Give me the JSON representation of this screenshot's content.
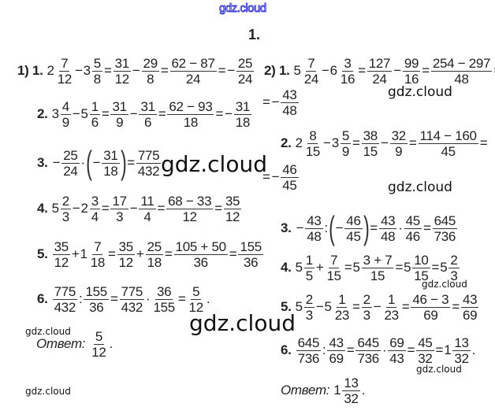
{
  "watermark": "gdz.cloud",
  "heading": "1.",
  "left": [
    [
      {
        "b": "1) 1."
      },
      {
        "w": "2",
        "n": "7",
        "d": "12"
      },
      {
        "o": "−"
      },
      {
        "w": "3",
        "n": "5",
        "d": "8"
      },
      {
        "o": "="
      },
      {
        "n": "31",
        "d": "12"
      },
      {
        "o": "−"
      },
      {
        "n": "29",
        "d": "8"
      },
      {
        "o": "="
      },
      {
        "n": "62 − 87",
        "d": "24"
      },
      {
        "o": "="
      },
      {
        "o": "−"
      },
      {
        "n": "25",
        "d": "24"
      }
    ],
    [
      {
        "b": "2."
      },
      {
        "w": "3",
        "n": "4",
        "d": "9"
      },
      {
        "o": "−"
      },
      {
        "w": "5",
        "n": "1",
        "d": "6"
      },
      {
        "o": "="
      },
      {
        "n": "31",
        "d": "9"
      },
      {
        "o": "−"
      },
      {
        "n": "31",
        "d": "6"
      },
      {
        "o": "="
      },
      {
        "n": "62 − 93",
        "d": "18"
      },
      {
        "o": "="
      },
      {
        "o": "−"
      },
      {
        "n": "31",
        "d": "18"
      }
    ],
    [
      {
        "b": "3."
      },
      {
        "o": "−"
      },
      {
        "n": "25",
        "d": "24"
      },
      {
        "o": "·"
      },
      {
        "p": "("
      },
      {
        "o": "−"
      },
      {
        "n": "31",
        "d": "18"
      },
      {
        "p": ")"
      },
      {
        "o": "="
      },
      {
        "n": "775",
        "d": "432"
      }
    ],
    [
      {
        "b": "4."
      },
      {
        "w": "5",
        "n": "2",
        "d": "3"
      },
      {
        "o": "−"
      },
      {
        "w": "2",
        "n": "3",
        "d": "4"
      },
      {
        "o": "="
      },
      {
        "n": "17",
        "d": "3"
      },
      {
        "o": "−"
      },
      {
        "n": "11",
        "d": "4"
      },
      {
        "o": "="
      },
      {
        "n": "68 − 33",
        "d": "12"
      },
      {
        "o": "="
      },
      {
        "n": "35",
        "d": "12"
      }
    ],
    [
      {
        "b": "5."
      },
      {
        "n": "35",
        "d": "12"
      },
      {
        "o": "+"
      },
      {
        "w": "1",
        "n": "7",
        "d": "18"
      },
      {
        "o": "="
      },
      {
        "n": "35",
        "d": "12"
      },
      {
        "o": "+"
      },
      {
        "n": "25",
        "d": "18"
      },
      {
        "o": "="
      },
      {
        "n": "105 + 50",
        "d": "36"
      },
      {
        "o": "="
      },
      {
        "n": "155",
        "d": "36"
      }
    ],
    [
      {
        "b": "6."
      },
      {
        "n": "775",
        "d": "432"
      },
      {
        "o": ":"
      },
      {
        "n": "155",
        "d": "36"
      },
      {
        "o": "="
      },
      {
        "n": "775",
        "d": "432"
      },
      {
        "o": "·"
      },
      {
        "n": "36",
        "d": "155"
      },
      {
        "o": "="
      },
      {
        "n": "5",
        "d": "12"
      },
      {
        "o": "."
      }
    ],
    [
      {
        "i": "Ответ:"
      },
      {
        "n": "5",
        "d": "12"
      },
      {
        "o": "."
      }
    ]
  ],
  "right": [
    [
      {
        "b": "2) 1."
      },
      {
        "w": "5",
        "n": "7",
        "d": "24"
      },
      {
        "o": "−"
      },
      {
        "w": "6",
        "n": "3",
        "d": "16"
      },
      {
        "o": "="
      },
      {
        "n": "127",
        "d": "24"
      },
      {
        "o": "−"
      },
      {
        "n": "99",
        "d": "16"
      },
      {
        "o": "="
      },
      {
        "n": "254 − 297",
        "d": "48"
      },
      {
        "o": "="
      }
    ],
    [
      {
        "o": "="
      },
      {
        "o": "−"
      },
      {
        "n": "43",
        "d": "48"
      }
    ],
    [
      {
        "b": "2."
      },
      {
        "w": "2",
        "n": "8",
        "d": "15"
      },
      {
        "o": "−"
      },
      {
        "w": "3",
        "n": "5",
        "d": "9"
      },
      {
        "o": "="
      },
      {
        "n": "38",
        "d": "15"
      },
      {
        "o": "−"
      },
      {
        "n": "32",
        "d": "9"
      },
      {
        "o": "="
      },
      {
        "n": "114 − 160",
        "d": "45"
      },
      {
        "o": "="
      }
    ],
    [
      {
        "o": "="
      },
      {
        "o": "−"
      },
      {
        "n": "46",
        "d": "45"
      }
    ],
    [
      {
        "b": "3."
      },
      {
        "o": "−"
      },
      {
        "n": "43",
        "d": "48"
      },
      {
        "o": ":"
      },
      {
        "p": "("
      },
      {
        "o": "−"
      },
      {
        "n": "46",
        "d": "45"
      },
      {
        "p": ")"
      },
      {
        "o": "="
      },
      {
        "n": "43",
        "d": "48"
      },
      {
        "o": "·"
      },
      {
        "n": "45",
        "d": "46"
      },
      {
        "o": "="
      },
      {
        "n": "645",
        "d": "736"
      }
    ],
    [
      {
        "b": "4."
      },
      {
        "w": "5",
        "n": "1",
        "d": "5"
      },
      {
        "o": "+"
      },
      {
        "n": "7",
        "d": "15"
      },
      {
        "o": "="
      },
      {
        "w": "5",
        "n": "3 + 7",
        "d": "15"
      },
      {
        "o": "="
      },
      {
        "w": "5",
        "n": "10",
        "d": "15"
      },
      {
        "o": "="
      },
      {
        "w": "5",
        "n": "2",
        "d": "3"
      }
    ],
    [
      {
        "b": "5."
      },
      {
        "w": "5",
        "n": "2",
        "d": "3"
      },
      {
        "o": "−"
      },
      {
        "w": "5",
        "n": "1",
        "d": "23"
      },
      {
        "o": "="
      },
      {
        "n": "2",
        "d": "3"
      },
      {
        "o": "−"
      },
      {
        "n": "1",
        "d": "23"
      },
      {
        "o": "="
      },
      {
        "n": "46 − 3",
        "d": "69"
      },
      {
        "o": "="
      },
      {
        "n": "43",
        "d": "69"
      }
    ],
    [
      {
        "b": "6."
      },
      {
        "n": "645",
        "d": "736"
      },
      {
        "o": ":"
      },
      {
        "n": "43",
        "d": "69"
      },
      {
        "o": "="
      },
      {
        "n": "645",
        "d": "736"
      },
      {
        "o": "·"
      },
      {
        "n": "69",
        "d": "43"
      },
      {
        "o": "="
      },
      {
        "n": "45",
        "d": "32"
      },
      {
        "o": "="
      },
      {
        "w": "1",
        "n": "13",
        "d": "32"
      },
      {
        "o": "."
      }
    ],
    [
      {
        "i": "Ответ:"
      },
      {
        "w": "1",
        "n": "13",
        "d": "32"
      },
      {
        "o": "."
      }
    ]
  ]
}
